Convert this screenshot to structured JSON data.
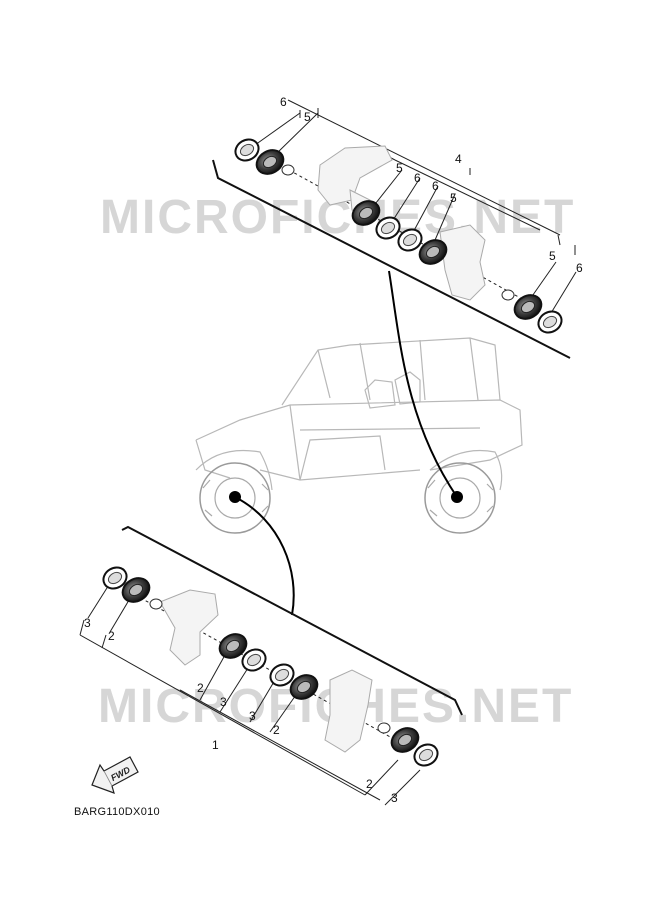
{
  "watermarks": [
    "MICROFICHES.NET",
    "MICROFICHES.NET"
  ],
  "diagram_code": "BARG110DX010",
  "fwd_label": "FWD",
  "callouts": {
    "upper": [
      "6",
      "5",
      "5",
      "6",
      "4",
      "6",
      "5",
      "5",
      "6"
    ],
    "lower": [
      "3",
      "2",
      "2",
      "3",
      "3",
      "1",
      "2",
      "2",
      "3"
    ]
  }
}
